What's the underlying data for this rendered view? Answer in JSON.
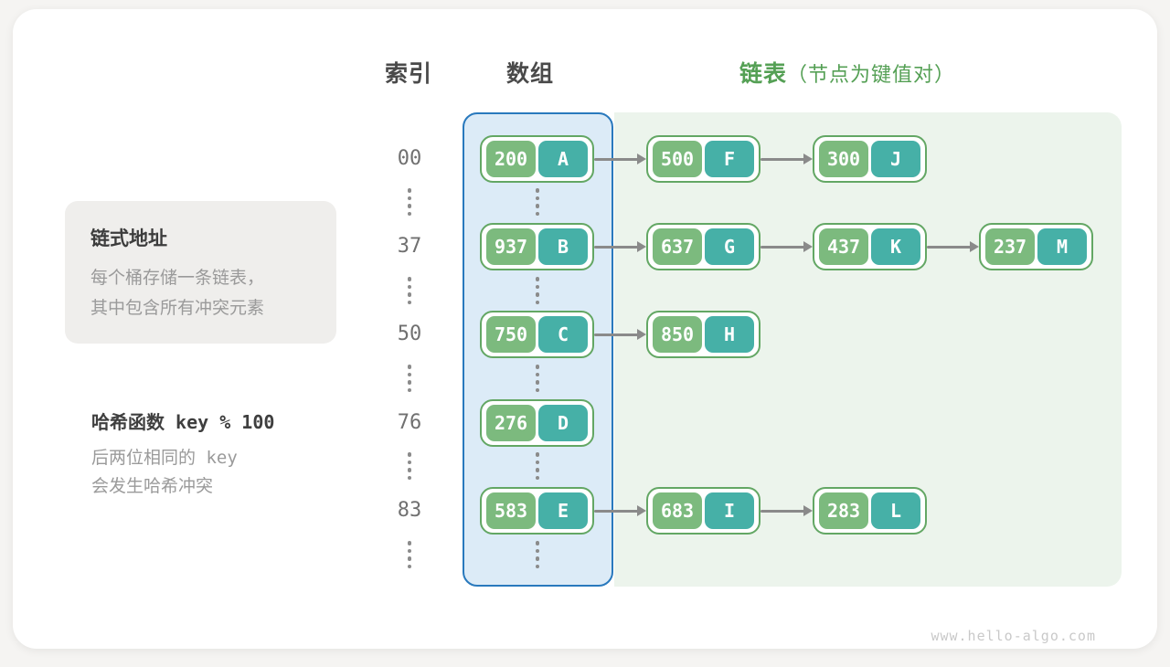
{
  "headers": {
    "index": "索引",
    "array": "数组",
    "list": "链表",
    "list_note": "（节点为键值对）"
  },
  "info_box": {
    "title": "链式地址",
    "lines": [
      "每个桶存储一条链表，",
      "其中包含所有冲突元素"
    ]
  },
  "hash_note": {
    "title": "哈希函数 key % 100",
    "lines": [
      "后两位相同的 key",
      "会发生哈希冲突"
    ]
  },
  "table": {
    "rows": [
      {
        "index": "00",
        "nodes": [
          {
            "key": "200",
            "val": "A"
          },
          {
            "key": "500",
            "val": "F"
          },
          {
            "key": "300",
            "val": "J"
          }
        ]
      },
      {
        "index": "37",
        "nodes": [
          {
            "key": "937",
            "val": "B"
          },
          {
            "key": "637",
            "val": "G"
          },
          {
            "key": "437",
            "val": "K"
          },
          {
            "key": "237",
            "val": "M"
          }
        ]
      },
      {
        "index": "50",
        "nodes": [
          {
            "key": "750",
            "val": "C"
          },
          {
            "key": "850",
            "val": "H"
          }
        ]
      },
      {
        "index": "76",
        "nodes": [
          {
            "key": "276",
            "val": "D"
          }
        ]
      },
      {
        "index": "83",
        "nodes": [
          {
            "key": "583",
            "val": "E"
          },
          {
            "key": "683",
            "val": "I"
          },
          {
            "key": "283",
            "val": "L"
          }
        ]
      }
    ]
  },
  "watermark": "www.hello-algo.com",
  "colors": {
    "card_bg": "#ffffff",
    "page_bg": "#f5f4f2",
    "header_text": "#4a4a4a",
    "list_header_green": "#55a055",
    "array_panel_fill": "#dcebf7",
    "array_panel_border": "#2979bd",
    "chain_panel_fill": "#ecf4ec",
    "node_border": "#63a764",
    "key_cell": "#7cba7e",
    "value_cell": "#46b0a7",
    "arrow": "#8a8a8a",
    "muted_text": "#9a9a9a",
    "info_box_bg": "#efeeec",
    "watermark_text": "#c9c9c9"
  }
}
